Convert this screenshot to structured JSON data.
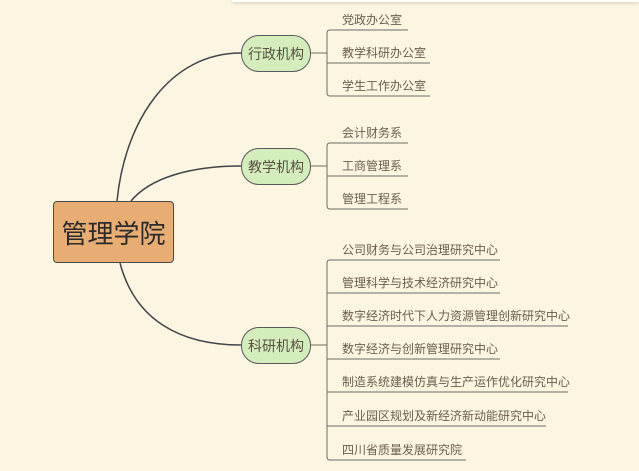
{
  "root": {
    "label": "管理学院"
  },
  "branches": [
    {
      "label": "行政机构",
      "children": [
        "党政办公室",
        "教学科研办公室",
        "学生工作办公室"
      ]
    },
    {
      "label": "教学机构",
      "children": [
        "会计财务系",
        "工商管理系",
        "管理工程系"
      ]
    },
    {
      "label": "科研机构",
      "children": [
        "公司财务与公司治理研究中心",
        "管理科学与技术经济研究中心",
        "数字经济时代下人力资源管理创新研究中心",
        "数字经济与创新管理研究中心",
        "制造系统建模仿真与生产运作优化研究中心",
        "产业园区规划及新经济新动能研究中心",
        "四川省质量发展研究院"
      ]
    }
  ],
  "colors": {
    "background": "#fcf5e2",
    "root_fill": "#e8ad72",
    "branch_fill": "#d3edbc",
    "line": "#3f444a"
  }
}
